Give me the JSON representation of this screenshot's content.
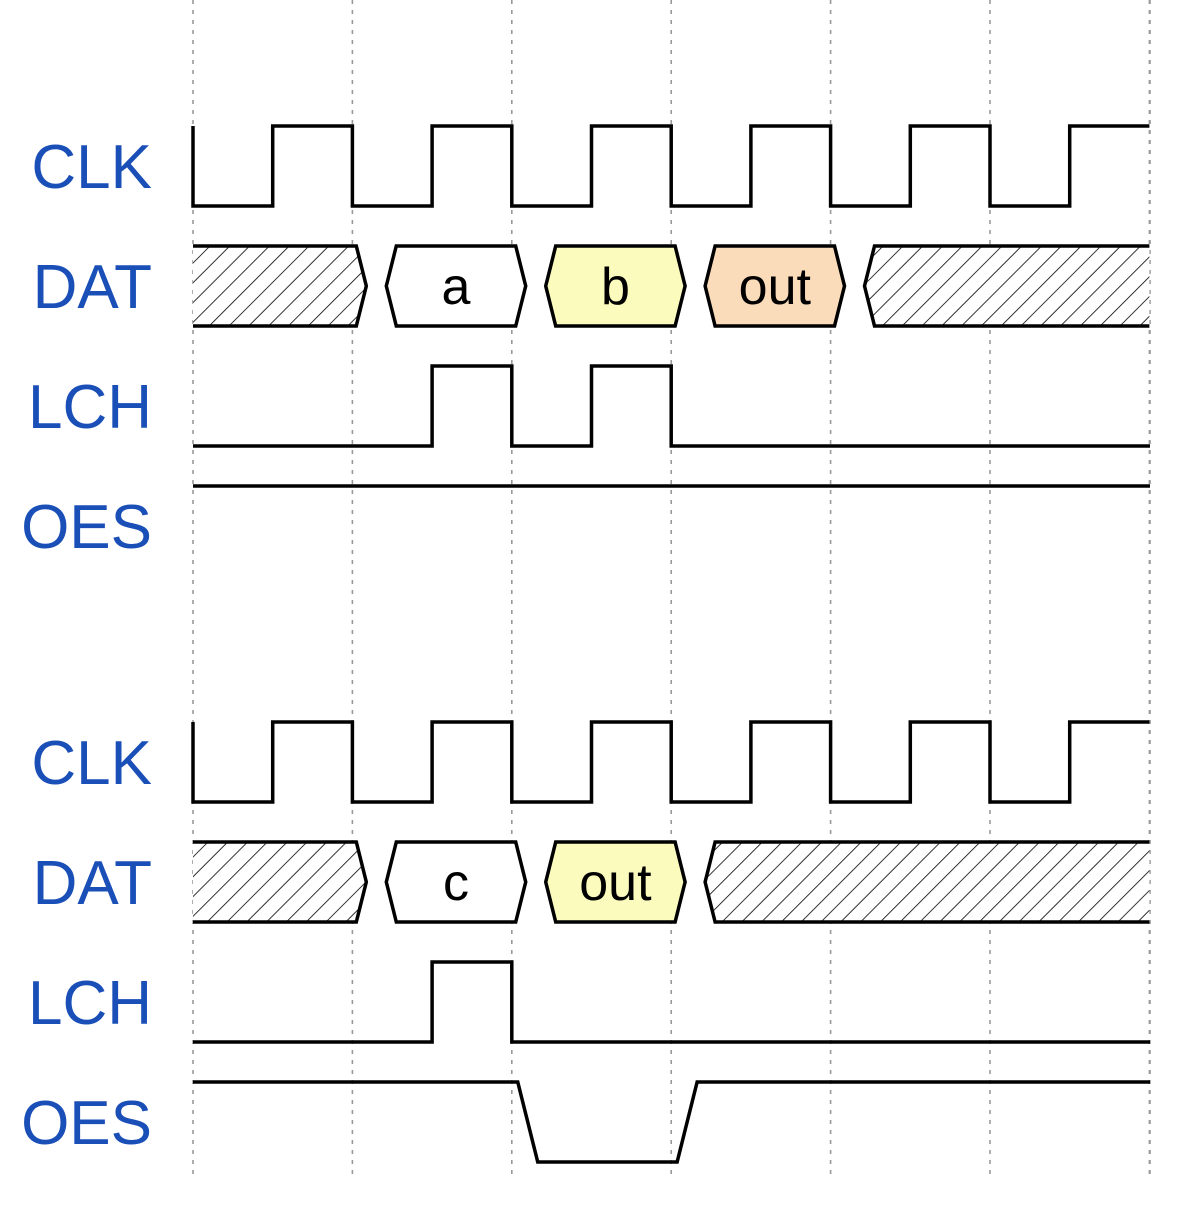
{
  "timing_diagrams": [
    {
      "signals": [
        {
          "name": "CLK",
          "type": "clock"
        },
        {
          "name": "DAT",
          "type": "bus",
          "segments": [
            {
              "from": 0,
              "to": 2.3,
              "state": "unknown"
            },
            {
              "from": 2.3,
              "to": 4.3,
              "state": "value",
              "label": "a",
              "color": "#ffffff"
            },
            {
              "from": 4.3,
              "to": 6.3,
              "state": "value",
              "label": "b",
              "color": "#fbfbbd"
            },
            {
              "from": 6.3,
              "to": 8.3,
              "state": "value",
              "label": "out",
              "color": "#fbdcba"
            },
            {
              "from": 8.3,
              "to": 12,
              "state": "unknown"
            }
          ]
        },
        {
          "name": "LCH",
          "type": "digital",
          "levels": [
            [
              0,
              0
            ],
            [
              3,
              1
            ],
            [
              4,
              0
            ],
            [
              5,
              1
            ],
            [
              6,
              0
            ]
          ]
        },
        {
          "name": "OES",
          "type": "digital",
          "levels": [
            [
              0,
              1
            ]
          ]
        }
      ]
    },
    {
      "signals": [
        {
          "name": "CLK",
          "type": "clock"
        },
        {
          "name": "DAT",
          "type": "bus",
          "segments": [
            {
              "from": 0,
              "to": 2.3,
              "state": "unknown"
            },
            {
              "from": 2.3,
              "to": 4.3,
              "state": "value",
              "label": "c",
              "color": "#ffffff"
            },
            {
              "from": 4.3,
              "to": 6.3,
              "state": "value",
              "label": "out",
              "color": "#fbfbbd"
            },
            {
              "from": 6.3,
              "to": 12,
              "state": "unknown"
            }
          ]
        },
        {
          "name": "LCH",
          "type": "digital",
          "levels": [
            [
              0,
              0
            ],
            [
              3,
              1
            ],
            [
              4,
              0
            ]
          ]
        },
        {
          "name": "OES",
          "type": "digital",
          "levels": [
            [
              0,
              1
            ],
            [
              4.2,
              0
            ],
            [
              6.2,
              1
            ]
          ]
        }
      ]
    }
  ],
  "colors": {
    "label": "#1a4fb8",
    "value_a": "#ffffff",
    "value_b": "#fbfbbd",
    "value_out": "#fbdcba"
  }
}
